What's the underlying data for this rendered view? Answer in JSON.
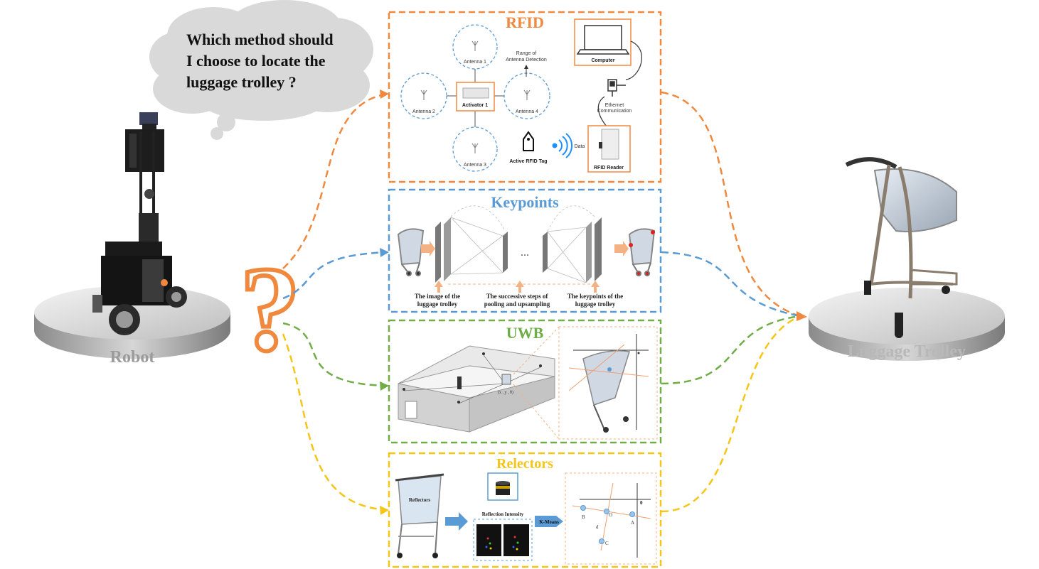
{
  "thought": {
    "line1": "Which method should",
    "line2": "I choose to locate the",
    "line3": "luggage trolley ?"
  },
  "question_mark": "?",
  "robot_label": "Robot",
  "trolley_label": "Luggage Trolley",
  "colors": {
    "rfid": "#F0883E",
    "keypoints": "#5B9BD5",
    "uwb": "#70AD47",
    "reflectors": "#F5C518",
    "cloud": "#D9D9D9",
    "arrow_fill": "#F4B183",
    "kmeans_arrow": "#5B9BD5",
    "wifi": "#1E90FF"
  },
  "rfid": {
    "title": "RFID",
    "antennas": [
      "Antenna 1",
      "Antenna 2",
      "Antenna 3",
      "Antenna 4"
    ],
    "activator": "Activator 1",
    "range_line1": "Range of",
    "range_line2": "Antenna Detection",
    "computer": "Computer",
    "ethernet_line1": "Ethernet",
    "ethernet_line2": "Communication",
    "data": "Data",
    "tag": "Active RFID Tag",
    "reader": "RFID Reader"
  },
  "keypoints": {
    "title": "Keypoints",
    "ellipsis": "...",
    "cap1_line1": "The image of the",
    "cap1_line2": "luggage trolley",
    "cap2_line1": "The successive steps of",
    "cap2_line2": "pooling and upsampling",
    "cap3_line1": "The keypoints of the",
    "cap3_line2": "luggage trolley"
  },
  "uwb": {
    "title": "UWB",
    "coord_label": "(x , y , θ)"
  },
  "reflectors": {
    "title": "Relectors",
    "reflectors_label": "Reflectors",
    "intensity_label": "Reflection Intensity",
    "kmeans": "K-Means",
    "point_o": "O",
    "point_a": "A",
    "point_b": "B",
    "point_c": "C",
    "point_d": "d",
    "origin": "0"
  }
}
